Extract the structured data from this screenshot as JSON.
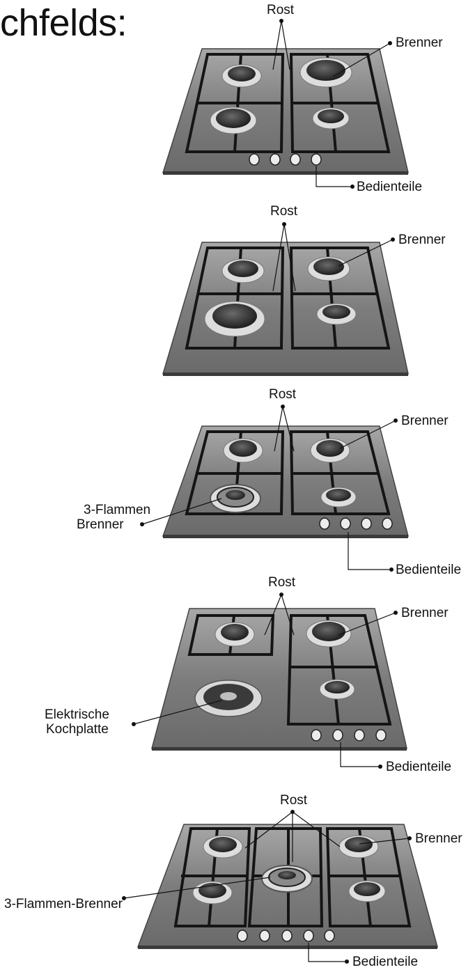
{
  "heading": "chfelds:",
  "diagrams": [
    {
      "labels": {
        "rost": "Rost",
        "brenner": "Brenner",
        "bedienteile": "Bedienteile"
      }
    },
    {
      "labels": {
        "rost": "Rost",
        "brenner": "Brenner"
      }
    },
    {
      "labels": {
        "rost": "Rost",
        "brenner": "Brenner",
        "bedienteile": "Bedienteile",
        "special_line1": "3-Flammen",
        "special_line2": "Brenner"
      }
    },
    {
      "labels": {
        "rost": "Rost",
        "brenner": "Brenner",
        "bedienteile": "Bedienteile",
        "special_line1": "Elektrische",
        "special_line2": "Kochplatte"
      }
    },
    {
      "labels": {
        "rost": "Rost",
        "brenner": "Brenner",
        "bedienteile": "Bedienteile",
        "special": "3-Flammen-Brenner"
      }
    }
  ],
  "colors": {
    "steel": "#8c8c8c",
    "steel_dark": "#4a4a4a",
    "grate": "#151515",
    "burner": "#2e2e2e",
    "ring": "#c9c9c9"
  }
}
